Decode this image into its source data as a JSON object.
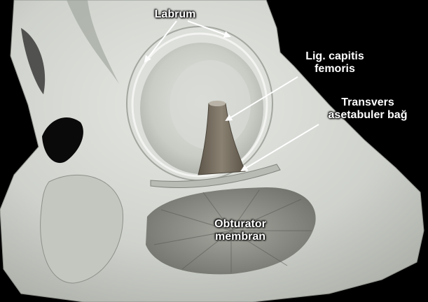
{
  "labels": {
    "labrum": "Labrum",
    "lig_capitis_line1": "Lig. capitis",
    "lig_capitis_line2": "femoris",
    "transvers_line1": "Transvers",
    "transvers_line2": "asetabuler bağ",
    "obturator_line1": "Obturator",
    "obturator_line2": "membran"
  },
  "colors": {
    "background": "#000000",
    "bone": "#d9dcd6",
    "bone_shadow": "#9ea39c",
    "bone_dark": "#6f746e",
    "ligament": "#7d7566",
    "membrane": "#8a8b84",
    "arrow": "#ffffff"
  }
}
